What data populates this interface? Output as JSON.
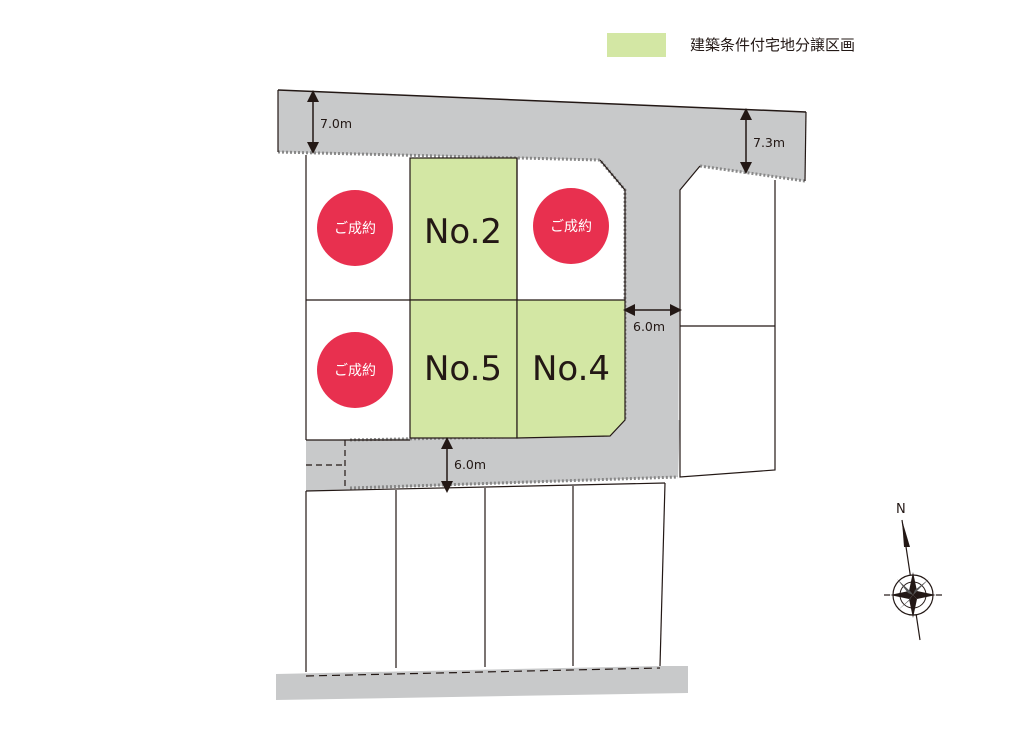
{
  "legend": {
    "label": "建築条件付宅地分譲区画",
    "swatch_color": "#d3e7a4"
  },
  "colors": {
    "road": "#c8c9ca",
    "lot_highlight": "#d3e7a4",
    "sold_badge": "#e8304f",
    "outline": "#231815"
  },
  "lots": {
    "no2": "No.2",
    "no5": "No.5",
    "no4": "No.4"
  },
  "sold_badges": [
    "ご成約",
    "ご成約",
    "ご成約"
  ],
  "road_widths": {
    "north_west": "7.0m",
    "north_east": "7.3m",
    "east_connector": "6.0m",
    "south_internal": "6.0m"
  },
  "compass": {
    "north_label": "N",
    "icon": "compass-rose-icon"
  }
}
